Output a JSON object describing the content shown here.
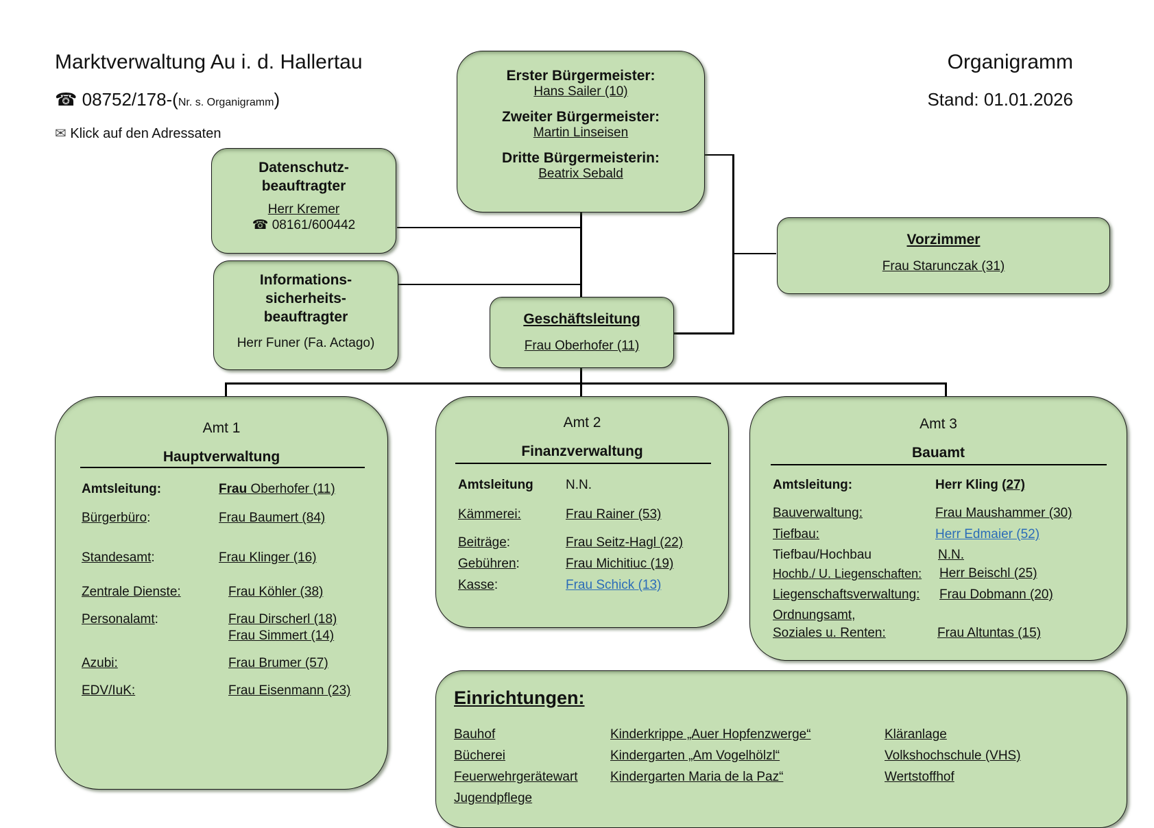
{
  "header": {
    "title": "Marktverwaltung Au i. d. Hallertau",
    "phone_icon": "telephone-icon",
    "phone_main": "08752/178-(",
    "phone_note": "Nr. s. Organigramm",
    "phone_close": ")",
    "mail_icon": "envelope-icon",
    "mail_text": "Klick auf den Adressaten",
    "doc_title": "Organigramm",
    "date": "Stand: 01.01.2026"
  },
  "mayors": [
    {
      "role": "Erster Bürgermeister:",
      "name": "Hans Sailer (10)"
    },
    {
      "role": "Zweiter Bürgermeister:",
      "name": "Martin Linseisen"
    },
    {
      "role": "Dritte Bürgermeisterin:",
      "name": "Beatrix Sebald"
    }
  ],
  "datenschutz": {
    "title1": "Datenschutz-",
    "title2": "beauftragter",
    "name": "Herr Kremer",
    "phone": "08161/600442"
  },
  "infosec": {
    "title1": "Informations-",
    "title2": "sicherheits-",
    "title3": "beauftragter",
    "name": "Herr Funer (Fa. Actago)"
  },
  "vorzimmer": {
    "title": "Vorzimmer",
    "name": "Frau Starunczak (31)"
  },
  "geschaeftsleitung": {
    "title": "Geschäftsleitung",
    "name": "Frau Oberhofer (11)"
  },
  "amt1": {
    "label": "Amt 1",
    "title": "Hauptverwaltung",
    "lead_label": "Amtsleitung:",
    "lead_prefix": "Frau",
    "lead_name": " Oberhofer (11)",
    "rows": [
      {
        "label": "Bürgerbüro",
        "suffix": ":",
        "name": "Frau Baumert (84)"
      },
      {
        "label": "Standesamt",
        "suffix": ":",
        "name": "Frau Klinger (16)"
      },
      {
        "label": "Zentrale Dienste:",
        "suffix": "",
        "name": "Frau Köhler (38)"
      },
      {
        "label": "Personalamt",
        "suffix": ":",
        "name": "Frau Dirscherl (18)",
        "name2": "Frau Simmert (14)"
      },
      {
        "label": "Azubi:",
        "suffix": "",
        "name": "Frau Brumer (57)"
      },
      {
        "label": "EDV/IuK:",
        "suffix": "",
        "name": "Frau Eisenmann (23)"
      }
    ]
  },
  "amt2": {
    "label": "Amt 2",
    "title": "Finanzverwaltung",
    "lead_label": "Amtsleitung",
    "lead_name": "N.N.",
    "rows": [
      {
        "label": "Kämmerei:",
        "suffix": "",
        "name": "Frau Rainer (53)"
      },
      {
        "label": "Beiträge",
        "suffix": ":",
        "name": "Frau Seitz-Hagl (22)"
      },
      {
        "label": "Gebühren",
        "suffix": ":",
        "name": "Frau Michitiuc (19)"
      },
      {
        "label": "Kasse",
        "suffix": ":",
        "name": "Frau Schick (13)"
      }
    ]
  },
  "amt3": {
    "label": "Amt 3",
    "title": "Bauamt",
    "lead_label": "Amtsleitung:",
    "lead_name": "Herr Kling (",
    "lead_num": "27)",
    "rows": [
      {
        "label": "Bauverwaltung:",
        "name": "Frau Maushammer (30)"
      },
      {
        "label": "Tiefbau:",
        "name": "Herr Edmaier (52)"
      },
      {
        "label": "Tiefbau/Hochbau",
        "name": "N.N."
      },
      {
        "label": "Hochb./ U. Liegenschaften:",
        "name": "Herr Beischl (25)"
      },
      {
        "label": "Liegenschaftsverwaltung:",
        "name": "Frau Dobmann (20)"
      },
      {
        "label": "Ordnungsamt,",
        "label2": "Soziales u. Renten:",
        "name": "Frau Altuntas (15)"
      }
    ]
  },
  "einrichtungen": {
    "title": "Einrichtungen:",
    "col1": [
      "Bauhof",
      "Bücherei",
      "Feuerwehrgerätewart",
      "Jugendpflege"
    ],
    "col2": [
      "Kinderkrippe „Auer Hopfenzwerge“",
      "Kindergarten „Am Vogelhölzl“",
      "Kindergarten Maria de la Paz“"
    ],
    "col3": [
      "Kläranlage",
      "Volkshochschule (VHS)",
      "Wertstoffhof"
    ]
  },
  "colors": {
    "box_fill": "#c5dfb4",
    "link_blue": "#2b6cb8"
  }
}
